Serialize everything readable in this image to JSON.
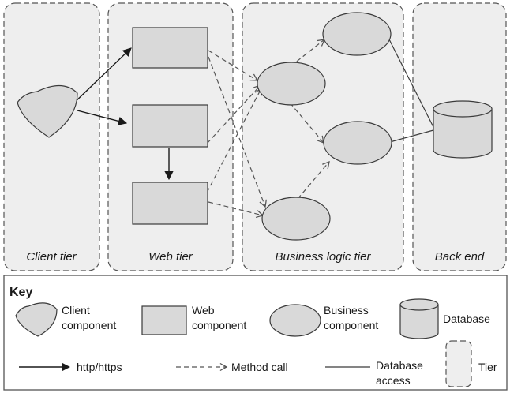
{
  "tiers": {
    "client": "Client tier",
    "web": "Web tier",
    "business": "Business logic tier",
    "backend": "Back end"
  },
  "key": {
    "title": "Key",
    "client_component": [
      "Client",
      "component"
    ],
    "web_component": [
      "Web",
      "component"
    ],
    "business_component": [
      "Business",
      "component"
    ],
    "database": "Database",
    "http": "http/https",
    "method_call": "Method call",
    "database_access": [
      "Database",
      "access"
    ],
    "tier": "Tier"
  },
  "colors": {
    "shape_fill": "#d9d9d9",
    "tier_fill": "#eeeeee",
    "stroke": "#3a3a3a"
  }
}
